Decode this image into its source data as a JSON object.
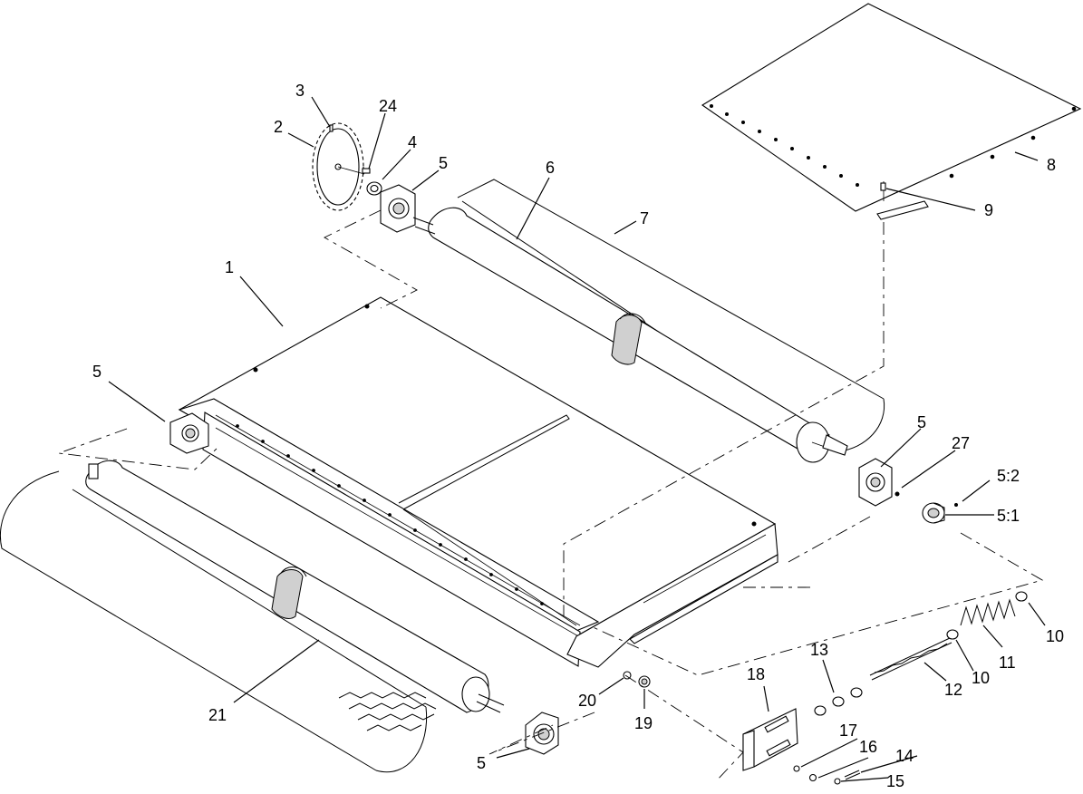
{
  "figure": {
    "callouts": {
      "c1": "1",
      "c2": "2",
      "c3": "3",
      "c4": "4",
      "c5a": "5",
      "c5b": "5",
      "c5c": "5",
      "c5d": "5",
      "c6": "6",
      "c7": "7",
      "c8": "8",
      "c9": "9",
      "c10a": "10",
      "c10b": "10",
      "c11": "11",
      "c12": "12",
      "c13": "13",
      "c14": "14",
      "c15": "15",
      "c16": "16",
      "c17": "17",
      "c18": "18",
      "c19": "19",
      "c20": "20",
      "c21": "21",
      "c24": "24",
      "c27": "27",
      "c5_1": "5:1",
      "c5_2": "5:2"
    }
  }
}
